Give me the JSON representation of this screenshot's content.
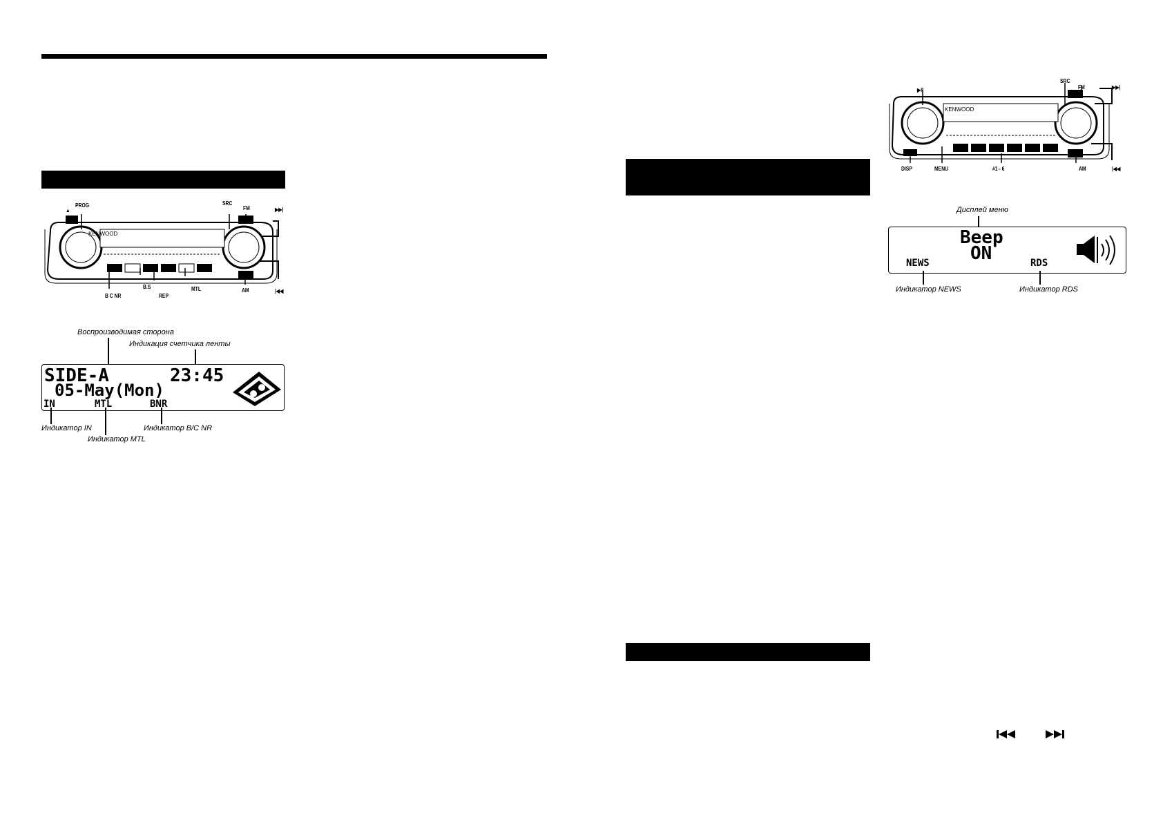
{
  "left_fig1": {
    "labels": {
      "prog": "PROG",
      "src": "SRC",
      "fm": "FM",
      "next": "▶▶|",
      "prev": "|◀◀",
      "bcnr": "B C NR",
      "bs": "B.S",
      "rep": "REP",
      "mtl": "MTL",
      "am": "AM",
      "eject": "▲"
    },
    "brand": "KENWOOD"
  },
  "left_fig2": {
    "callouts": {
      "side": "Воспроизводимая сторона",
      "counter": "Индикация счетчика ленты",
      "in": "Индикатор IN",
      "mtl": "Индикатор MTL",
      "bnr": "Индикатор B/C NR"
    },
    "lcd": {
      "line1_left": "SIDE-A",
      "line1_right": "23:45",
      "line2": "05-May(Mon)",
      "ind_in": "IN",
      "ind_mtl": "MTL",
      "ind_bnr": "BNR"
    },
    "icons": [
      "cassette-icon"
    ]
  },
  "right_fig1": {
    "labels": {
      "play": "▶II",
      "src": "SRC",
      "fm": "FM",
      "next": "▶▶|",
      "prev": "|◀◀",
      "disp": "DISP",
      "menu": "MENU",
      "presets": "#1 - 6",
      "am": "AM"
    },
    "brand": "KENWOOD"
  },
  "right_fig2": {
    "callouts": {
      "menu_display": "Дисплей меню",
      "news": "Индикатор NEWS",
      "rds": "Индикатор RDS"
    },
    "lcd": {
      "line1": "Beep",
      "line2": "ON",
      "ind_news": "NEWS",
      "ind_rds": "RDS"
    },
    "icons": [
      "speaker-icon"
    ]
  },
  "bottom_icons": {
    "prev": "|◀◀",
    "next": "▶▶|"
  }
}
